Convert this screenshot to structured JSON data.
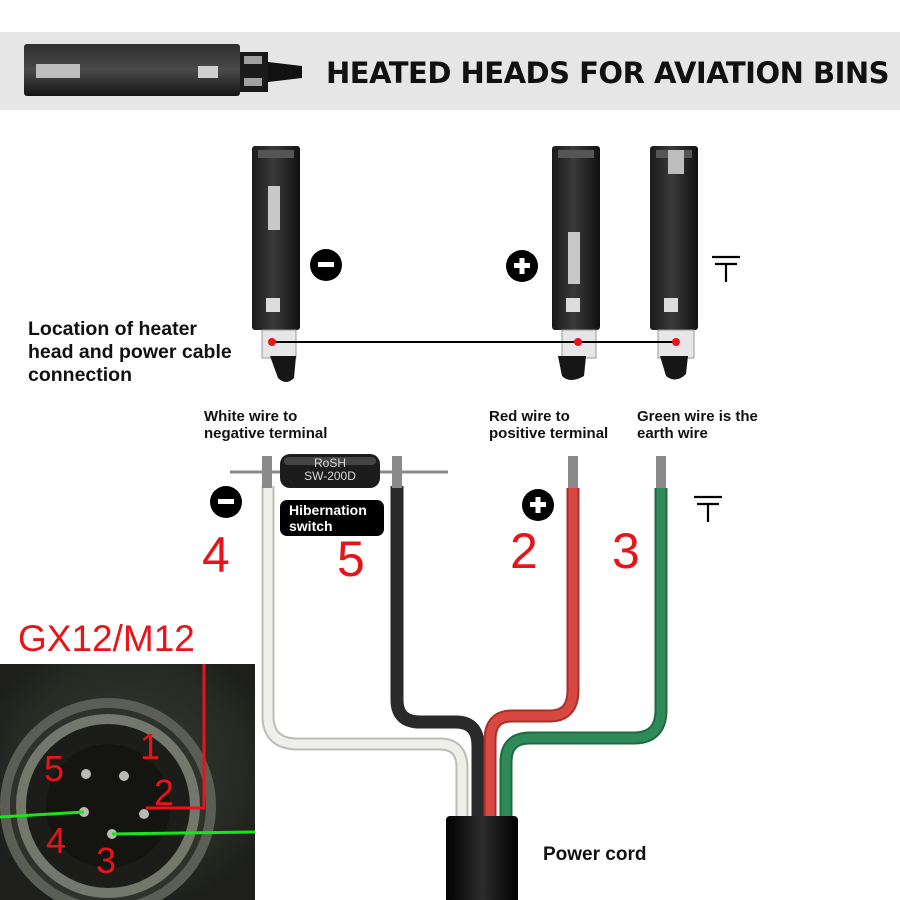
{
  "header": {
    "title": "HEATED HEADS FOR AVIATION BINS"
  },
  "labels": {
    "location": "Location of heater head and power cable connection",
    "white_wire": "White wire to negative terminal",
    "red_wire": "Red wire to positive terminal",
    "green_wire": "Green wire is the earth wire",
    "resistor_line1": "RoSH",
    "resistor_line2": "SW-200D",
    "hibernation_line1": "Hibernation",
    "hibernation_line2": "switch",
    "power_cord": "Power cord",
    "connector_type": "GX12/M12"
  },
  "wire_numbers": {
    "white": "4",
    "black": "5",
    "red": "2",
    "green": "3"
  },
  "connector_pins": [
    "1",
    "2",
    "3",
    "4",
    "5"
  ],
  "symbols": {
    "minus": "−",
    "plus": "+"
  },
  "colors": {
    "banner_bg": "#e6e6e6",
    "number_red": "#e8141a",
    "white_wire": "#eeeeea",
    "red_wire": "#d84840",
    "green_wire": "#2e8b57",
    "black_wire": "#2a2a2a",
    "probe_dot": "#e8141a",
    "highlight_green": "#19e619"
  }
}
